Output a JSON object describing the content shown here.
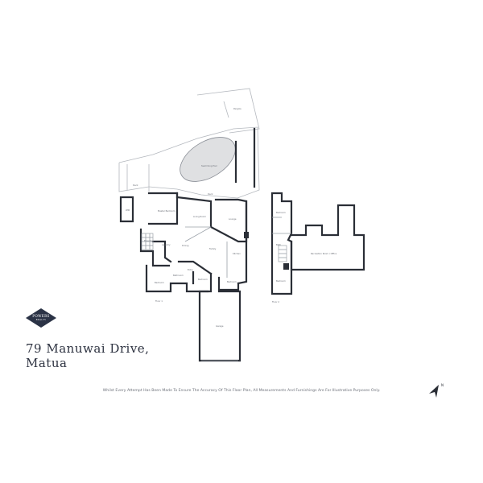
{
  "property": {
    "address_line1": "79 Manuwai Drive,",
    "address_line2": "Matua"
  },
  "brand": {
    "name": "POWERS",
    "tagline": "REALTY",
    "badge_color": "#2b3346"
  },
  "disclaimer": "Whilst Every Attempt Has Been Made To Ensure The Accuracy Of This Floor Plan, All Measurements And Furnishings Are For Illustrative Purposes Only.",
  "icons": {
    "compass": "north-arrow-icon",
    "logo": "diamond-logo-icon"
  },
  "compass_label": "N",
  "room_labels": {
    "pergola": "Pergola",
    "swimming_pool": "Swimming Pool",
    "deck_west": "Deck",
    "deck_center": "Deck",
    "master_bedroom": "Master Bedroom",
    "wir": "WIR",
    "ensuite": "Ensuite",
    "living_room": "Living Room",
    "dining": "Dining",
    "lounge": "Lounge",
    "family": "Family",
    "kitchen": "Kitchen",
    "laundry": "Laundry",
    "bedroom_1": "Bedroom",
    "bedroom_2": "Bedroom",
    "bedroom_3": "Bedroom",
    "bathroom": "Bathroom",
    "entry": "Entry",
    "garage": "Garage",
    "floor_1": "Floor 1",
    "upper_bedroom": "Bedroom",
    "upper_bath": "Bath",
    "upper_bedroom_2": "Bedroom",
    "recreation": "Recreation Room / Office",
    "floor_2": "Floor 2"
  }
}
